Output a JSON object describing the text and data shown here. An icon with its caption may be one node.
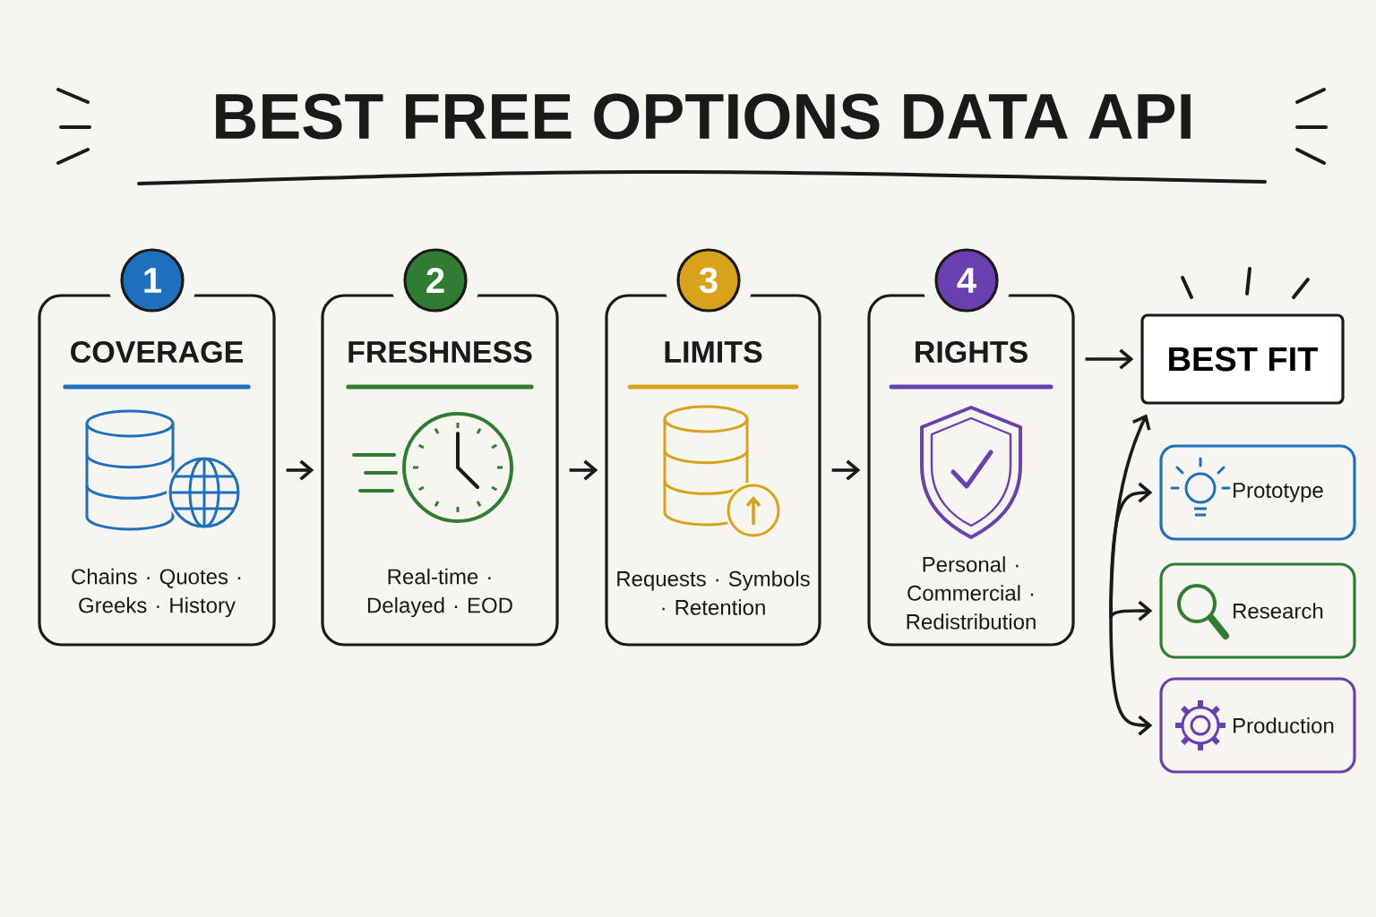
{
  "diagram": {
    "title": "BEST FREE OPTIONS DATA API",
    "nodes": [
      {
        "text": [
          "1",
          "COVERAGE",
          "Chains · Quotes · Greeks · History"
        ]
      },
      {
        "text": [
          "2",
          "FRESHNESS",
          "Real-time · Delayed · EOD"
        ]
      },
      {
        "text": [
          "3",
          "LIMITS",
          "Requests · Symbols · Retention"
        ]
      },
      {
        "text": [
          "4",
          "RIGHTS",
          "Personal · Commercial · Redistribution"
        ]
      },
      {
        "text": [
          "BEST FIT"
        ]
      },
      {
        "text": [
          "Prototype"
        ]
      },
      {
        "text": [
          "Research"
        ]
      },
      {
        "text": [
          "Production"
        ]
      }
    ],
    "edges": [
      {
        "from": 0,
        "to": 1,
        "arrow": "to"
      },
      {
        "from": 1,
        "to": 2,
        "arrow": "to"
      },
      {
        "from": 2,
        "to": 3,
        "arrow": "to"
      },
      {
        "from": 3,
        "to": 4,
        "arrow": "to"
      },
      {
        "from": null,
        "to": 4,
        "arrow": "to"
      },
      {
        "from": null,
        "to": 5,
        "arrow": "to"
      },
      {
        "from": null,
        "to": 6,
        "arrow": "to"
      },
      {
        "from": null,
        "to": 7,
        "arrow": "to"
      }
    ]
  }
}
